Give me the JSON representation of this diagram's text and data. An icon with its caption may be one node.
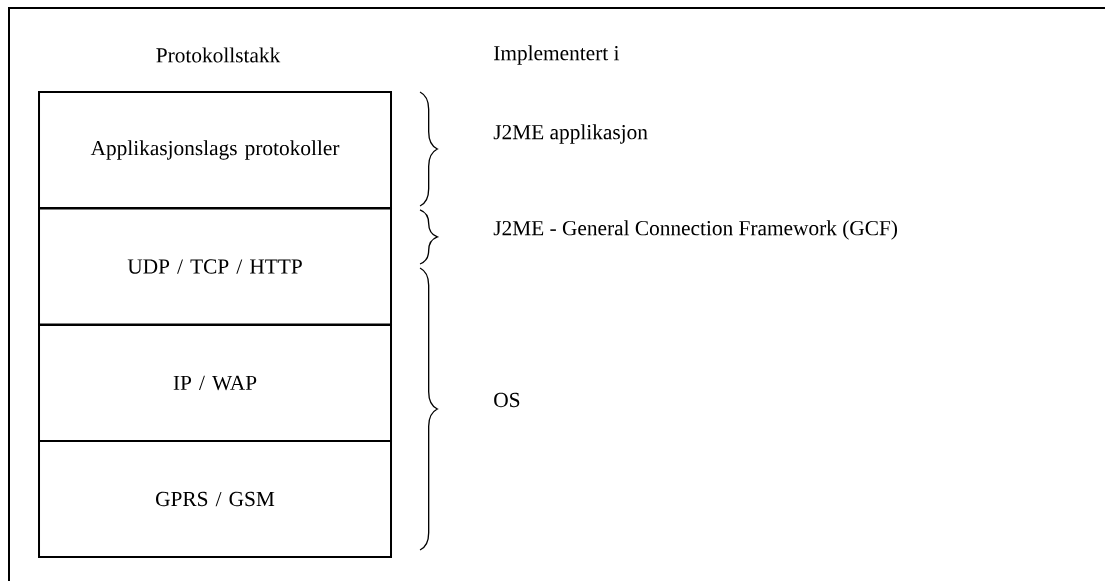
{
  "diagram": {
    "nodes": [
      {
        "text": [
          "Applikasjonslags protokoller"
        ]
      },
      {
        "text": [
          "UDP / TCP / HTTP"
        ]
      },
      {
        "text": [
          "IP / WAP"
        ]
      },
      {
        "text": [
          "GPRS / GSM"
        ]
      }
    ],
    "labels": [
      "Protokollstakk",
      "Implementert i",
      "J2ME applikasjon",
      "J2ME - General Connection Framework (GCF)",
      "OS"
    ]
  }
}
